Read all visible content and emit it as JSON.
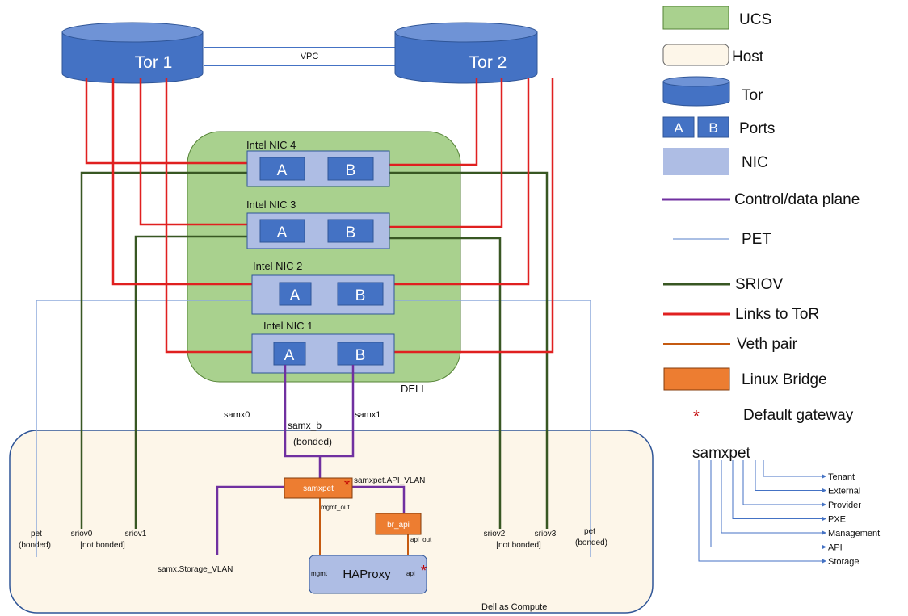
{
  "colors": {
    "ucs_fill": "#a9d18e",
    "ucs_stroke": "#548235",
    "host_fill": "#fdf6e9",
    "host_stroke": "#2f5597",
    "tor_fill": "#4472c4",
    "tor_top": "#6f93d6",
    "port_fill": "#4472c4",
    "nic_fill": "#aebde4",
    "control": "#7030a0",
    "pet": "#8eaadb",
    "sriov": "#385723",
    "tor_link": "#e02020",
    "veth": "#c55a11",
    "bridge": "#ed7d31",
    "gateway": "#c00000"
  },
  "tors": {
    "tor1": "Tor 1",
    "tor2": "Tor 2",
    "vpc": "VPC"
  },
  "nics": {
    "nic4": "Intel NIC 4",
    "nic3": "Intel NIC 3",
    "nic2": "Intel NIC 2",
    "nic1": "Intel NIC 1",
    "port_a": "A",
    "port_b": "B"
  },
  "server": {
    "ucs_label": "DELL",
    "host_label": "Dell as Compute"
  },
  "interfaces": {
    "samx0": "samx0",
    "samx1": "samx1",
    "samx_b": "samx_b",
    "bonded": "(bonded)",
    "samxpet": "samxpet",
    "samxpet_api_vlan": "samxpet.API_VLAN",
    "mgmt_out": "mgmt_out",
    "br_api": "br_api",
    "api_out": "api_out",
    "haproxy": "HAProxy",
    "mgmt": "mgmt",
    "api": "api",
    "storage_vlan": "samx.Storage_VLAN",
    "pet_left": "pet",
    "pet_left_sub": "(bonded)",
    "sriov0": "sriov0",
    "sriov1": "sriov1",
    "sriov_left_sub": "[not bonded]",
    "sriov2": "sriov2",
    "sriov3": "sriov3",
    "sriov_right_sub": "[not bonded]",
    "pet_right": "pet",
    "pet_right_sub": "(bonded)",
    "gateway_mark": "*"
  },
  "legend": {
    "ucs": "UCS",
    "host": "Host",
    "tor": "Tor",
    "port_a": "A",
    "port_b": "B",
    "ports": "Ports",
    "nic": "NIC",
    "control": "Control/data plane",
    "pet": "PET",
    "sriov": "SRIOV",
    "links_tor": "Links to ToR",
    "veth": "Veth pair",
    "linux_bridge": "Linux Bridge",
    "gateway_mark": "*",
    "gateway": "Default gateway"
  },
  "naming": {
    "title": "samxpet",
    "items": [
      "Tenant",
      "External",
      "Provider",
      "PXE",
      "Management",
      "API",
      "Storage"
    ]
  }
}
